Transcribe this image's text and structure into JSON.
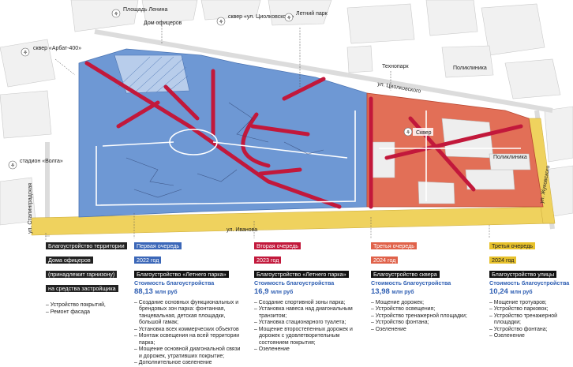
{
  "colors": {
    "blue": "#6e98d4",
    "red": "#c2183b",
    "orange": "#e26f57",
    "yellow": "#efd25e",
    "building": "#eeeeee",
    "street": "#ffffff"
  },
  "map": {
    "labels": {
      "ploshchad_lenina": "Площадь Ленина",
      "dom_ofitserov": "Дом офицеров",
      "skver_tsiolkovskogo": "сквер «ул. Циолковского»",
      "letniy_park": "Летний парк",
      "skver_arbat": "сквер «Арбат-400»",
      "tekhnopark": "Технопарк",
      "poliklinika_1": "Поликлиника",
      "ul_tsiolkovskogo": "ул. Циолковского",
      "skver": "Сквер",
      "stadion_volga": "стадион «Волга»",
      "poliklinika_2": "Поликлиника",
      "ul_zhukovskogo": "ул. Жуковского",
      "ul_stalingradskaya": "ул. Сталинградская",
      "ul_ivanova": "ул. Иванова"
    }
  },
  "phases": [
    {
      "tags": [
        "Благоустройство территории",
        "Дома офицеров",
        "(принадлежит гарнизону)",
        "на средства застройщика"
      ],
      "cost_label": "",
      "cost_value": "",
      "cost_unit": "",
      "items": [
        "Устройство покрытий,",
        "Ремонт фасада"
      ]
    },
    {
      "tags": [
        "Первая очередь",
        "2022 год",
        "Благоустройство «Летнего парка»"
      ],
      "cost_label": "Стоимость благоустройства",
      "cost_value": "88,13",
      "cost_unit": "млн руб",
      "items": [
        "Создание основных функциональных и брендовых зон парка: фонтанная, танцевальная, детская площадки, большой гамак;",
        "Установка всех коммерческих объектов",
        "Монтаж освещения на всей территории парка;",
        "Мощение основной диагональной связи и дорожек, утративших покрытие;",
        "Дополнительное озеленение"
      ]
    },
    {
      "tags": [
        "Вторая очередь",
        "2023 год",
        "Благоустройство «Летнего парка»"
      ],
      "cost_label": "Стоимость благоустройства",
      "cost_value": "16,9",
      "cost_unit": "млн руб",
      "items": [
        "Создание спортивной зоны парка;",
        "Установка навеса над диагональным транзитом;",
        "Установка стационарного туалета;",
        "Мощение второстепенных дорожек и дорожек с удовлетворительным состоянием покрытия;",
        "Озеленение"
      ]
    },
    {
      "tags": [
        "Третья очередь",
        "2024 год",
        "Благоустройство сквера"
      ],
      "cost_label": "Стоимость благоустройства",
      "cost_value": "13,98",
      "cost_unit": "млн руб",
      "items": [
        "Мощение дорожек;",
        "Устройство освещения;",
        "Устройство тренажерной площадки;",
        "Устройство фонтана;",
        "Озеленение"
      ]
    },
    {
      "tags": [
        "Третья очередь",
        "2024 год",
        "Благоустройство улицы"
      ],
      "cost_label": "Стоимость благоустройства",
      "cost_value": "10,24",
      "cost_unit": "млн руб",
      "items": [
        "Мощение тротуаров;",
        "Устройство парковок;",
        "Устройство тренажерной площадки;",
        "Устройство фонтана;",
        "Озеленение"
      ]
    }
  ]
}
